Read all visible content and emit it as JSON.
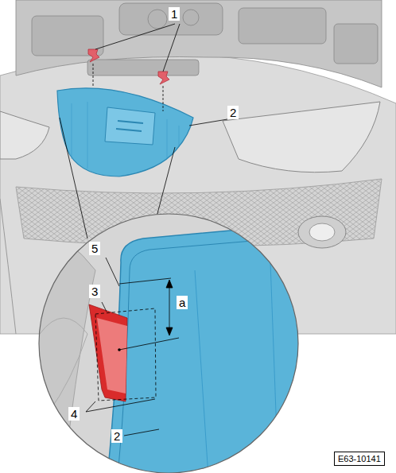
{
  "diagram": {
    "nodes": [
      {
        "text": [
          "E63-10141"
        ]
      }
    ],
    "labels": [
      "1",
      "2",
      "5",
      "3",
      "a",
      "4",
      "2"
    ]
  }
}
